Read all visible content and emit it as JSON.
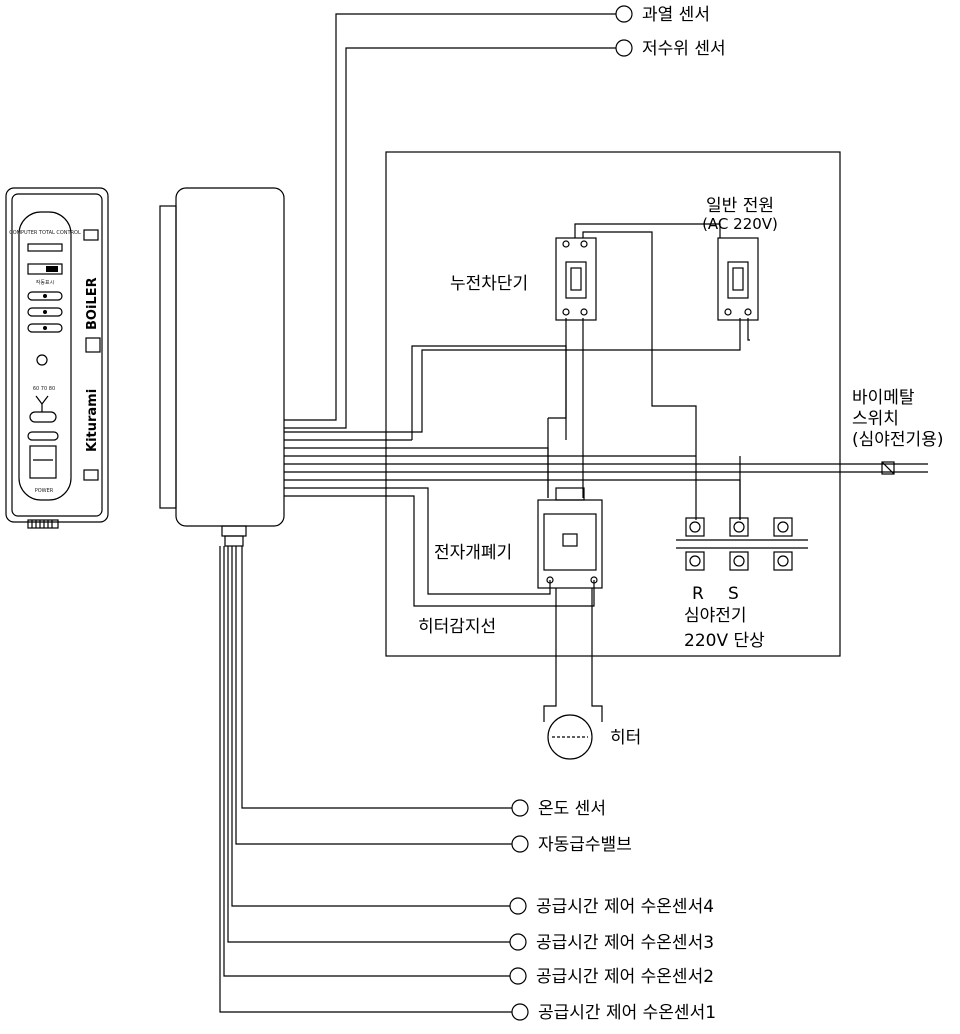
{
  "sensors_top": {
    "overheat": "과열 센서",
    "low_water": "저수위 센서"
  },
  "components": {
    "general_power": "일반 전원",
    "general_power_sub": "(AC 220V)",
    "breaker": "누전차단기",
    "bimetal_line1": "바이메탈",
    "bimetal_line2": "스위치",
    "bimetal_line3": "(심야전기용)",
    "contactor": "전자개폐기",
    "heater_sense": "히터감지선",
    "terminal_r": "R",
    "terminal_s": "S",
    "night_power_line1": "심야전기",
    "night_power_line2": "220V 단상",
    "heater": "히터"
  },
  "sensors_bottom": {
    "temp": "온도 센서",
    "auto_valve": "자동급수밸브",
    "supply4": "공급시간 제어 수온센서4",
    "supply3": "공급시간 제어 수온센서3",
    "supply2": "공급시간 제어 수온센서2",
    "supply1": "공급시간 제어 수온센서1"
  },
  "controller": {
    "brand": "Kiturami",
    "product": "BOiLER",
    "panel_title": "COMPUTER TOTAL CONTROL",
    "status_label": "작동표시",
    "temp_scale": "60  70  80",
    "power_label": "POWER"
  }
}
